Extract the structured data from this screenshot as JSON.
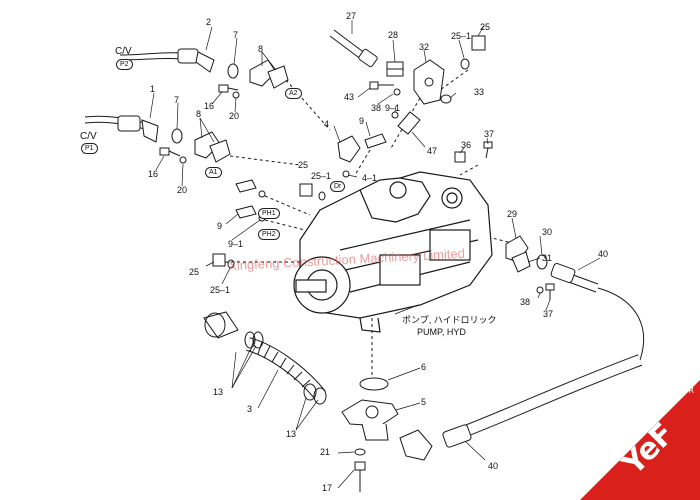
{
  "caption": {
    "japanese": "ポンプ, ハイドロリック",
    "english": "PUMP, HYD"
  },
  "watermark": "Xingfeng Construction Machinery Limited",
  "logo": {
    "text": "YeF",
    "registered": "R",
    "color": "#d9201b"
  },
  "cv_labels": [
    {
      "text": "C/V",
      "badge": "P2"
    },
    {
      "text": "C/V",
      "badge": "P1"
    }
  ],
  "badges": {
    "a1": "A1",
    "a2": "A2",
    "dr": "Dr",
    "ph1": "PH1",
    "ph2": "PH2"
  },
  "part_numbers": {
    "n2": "2",
    "n7a": "7",
    "n8a": "8",
    "n16a": "16",
    "n20a": "20",
    "n1": "1",
    "n7b": "7",
    "n8b": "8",
    "n16b": "16",
    "n20b": "20",
    "n27": "27",
    "n28": "28",
    "n25a": "25",
    "n25_1a": "25–1",
    "n32": "32",
    "n43": "43",
    "n38a": "38",
    "n9_1a": "9–1",
    "n33": "33",
    "n4": "4",
    "n9a": "9",
    "n47": "47",
    "n37a": "37",
    "n36": "36",
    "n25b": "25",
    "n25_1b": "25–1",
    "n4_1": "4–1",
    "n9b": "9",
    "n9_1b": "9–1",
    "n25c": "25",
    "n25_1c": "25–1",
    "n29": "29",
    "n30": "30",
    "n31": "31",
    "n40a": "40",
    "n38b": "38",
    "n37b": "37",
    "n6": "6",
    "n13a": "13",
    "n3": "3",
    "n13b": "13",
    "n5": "5",
    "n21": "21",
    "n17": "17",
    "n40b": "40"
  }
}
